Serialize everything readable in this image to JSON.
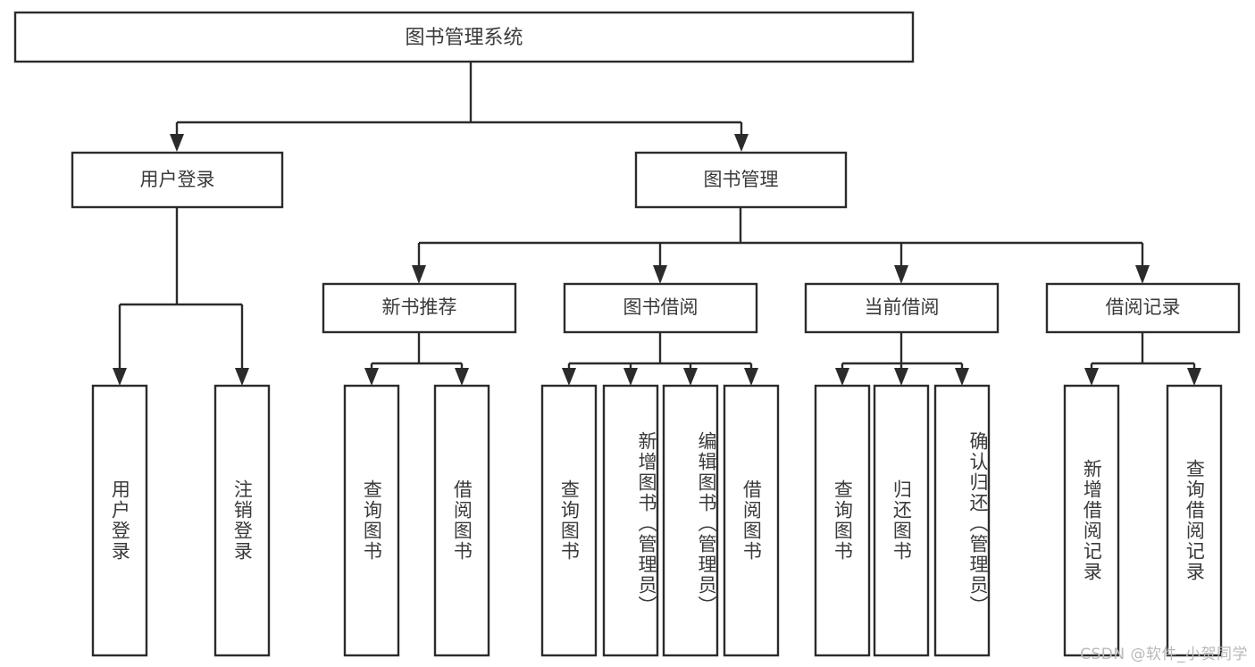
{
  "diagram": {
    "type": "tree-hierarchy",
    "title": "图书管理系统",
    "root": {
      "id": "root",
      "label": "图书管理系统",
      "level": 0
    },
    "level1": [
      {
        "id": "user-login",
        "label": "用户登录"
      },
      {
        "id": "book-management",
        "label": "图书管理"
      }
    ],
    "level2": [
      {
        "id": "new-book-recommend",
        "label": "新书推荐",
        "parent": "book-management"
      },
      {
        "id": "book-borrow",
        "label": "图书借阅",
        "parent": "book-management"
      },
      {
        "id": "current-borrow",
        "label": "当前借阅",
        "parent": "book-management"
      },
      {
        "id": "borrow-record",
        "label": "借阅记录",
        "parent": "book-management"
      }
    ],
    "leaves": [
      {
        "id": "leaf-user-login",
        "label": "用户登录",
        "parent": "user-login"
      },
      {
        "id": "leaf-logout",
        "label": "注销登录",
        "parent": "user-login"
      },
      {
        "id": "leaf-query-book-1",
        "label": "查询图书",
        "parent": "new-book-recommend"
      },
      {
        "id": "leaf-borrow-book-1",
        "label": "借阅图书",
        "parent": "new-book-recommend"
      },
      {
        "id": "leaf-query-book-2",
        "label": "查询图书",
        "parent": "book-borrow"
      },
      {
        "id": "leaf-add-book",
        "label": "新增图书（管理员）",
        "parent": "book-borrow"
      },
      {
        "id": "leaf-edit-book",
        "label": "编辑图书（管理员）",
        "parent": "book-borrow"
      },
      {
        "id": "leaf-borrow-book-2",
        "label": "借阅图书",
        "parent": "book-borrow"
      },
      {
        "id": "leaf-query-book-3",
        "label": "查询图书",
        "parent": "current-borrow"
      },
      {
        "id": "leaf-return-book",
        "label": "归还图书",
        "parent": "current-borrow"
      },
      {
        "id": "leaf-confirm-return",
        "label": "确认归还（管理员）",
        "parent": "current-borrow"
      },
      {
        "id": "leaf-add-record",
        "label": "新增借阅记录",
        "parent": "borrow-record"
      },
      {
        "id": "leaf-query-record",
        "label": "查询借阅记录",
        "parent": "borrow-record"
      }
    ]
  },
  "watermark": {
    "text": "CSDN @软件_小贺同学"
  },
  "colors": {
    "stroke": "#2b2b2b",
    "box_fill": "#ffffff",
    "text": "#3a3a3a",
    "background": "#ffffff",
    "watermark": "#b9b9b9"
  }
}
